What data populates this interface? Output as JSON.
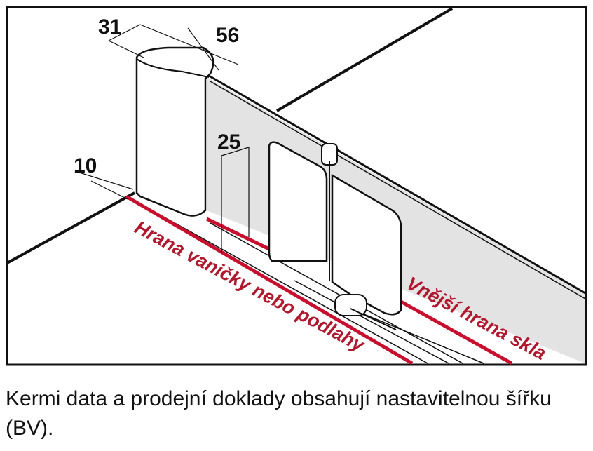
{
  "diagram": {
    "dimensions": {
      "d31": "31",
      "d56": "56",
      "d25": "25",
      "d10": "10"
    },
    "labels": {
      "tray_edge": "Hrana vaničky nebo podlahy",
      "glass_edge": "Vnější hrana skla"
    },
    "colors": {
      "accent_red": "#c8102e",
      "label_red": "#b0182e",
      "panel_gray": "#e3e3e3",
      "line": "#111111"
    }
  },
  "caption": {
    "text": "Kermi data a prodejní doklady obsahují nastavitelnou šířku (BV)."
  }
}
